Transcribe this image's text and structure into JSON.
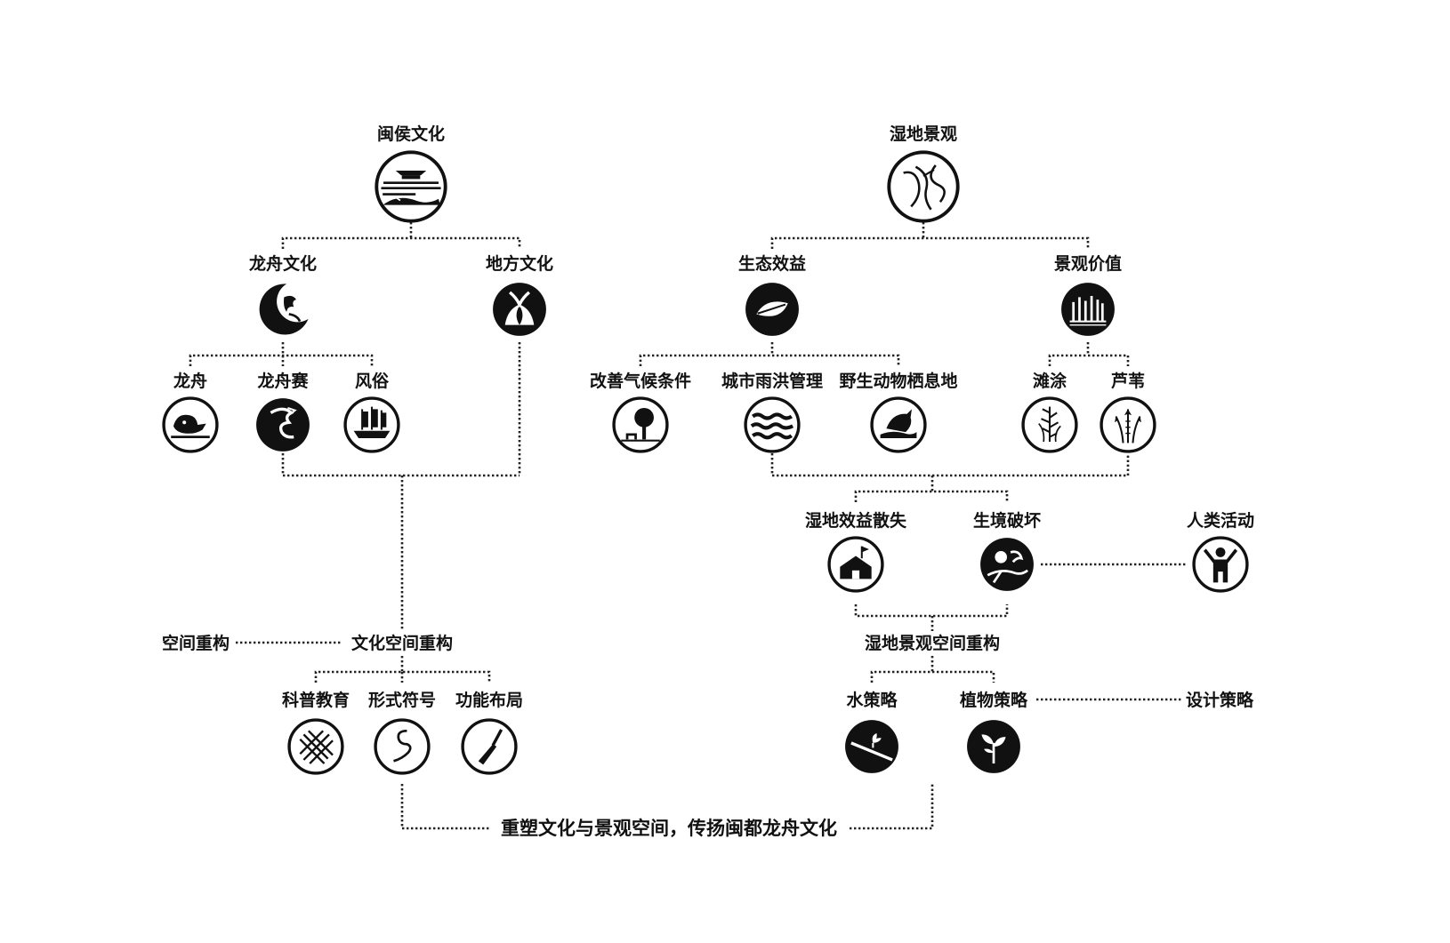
{
  "nodes": {
    "minhou": "闽侯文化",
    "wetland": "湿地景观",
    "dragonboat_culture": "龙舟文化",
    "local_culture": "地方文化",
    "eco_benefit": "生态效益",
    "landscape_value": "景观价值",
    "dragonboat": "龙舟",
    "boat_race": "龙舟赛",
    "custom": "风俗",
    "climate": "改善气候条件",
    "flood": "城市雨洪管理",
    "wildlife": "野生动物栖息地",
    "tidal_flat": "滩涂",
    "reed": "芦苇",
    "benefit_loss": "湿地效益散失",
    "habitat_damage": "生境破坏",
    "human_activity": "人类活动",
    "space_restructure": "空间重构",
    "cultural_space": "文化空间重构",
    "wetland_space": "湿地景观空间重构",
    "science_edu": "科普教育",
    "form_symbol": "形式符号",
    "function_layout": "功能布局",
    "water_strategy": "水策略",
    "plant_strategy": "植物策略",
    "design_strategy": "设计策略"
  },
  "conclusion": "重塑文化与景观空间，传扬闽都龙舟文化",
  "icons": {
    "minhou": "temple-landscape-icon",
    "wetland": "wetland-stream-icon",
    "dragonboat_culture": "dragon-crescent-icon",
    "local_culture": "lotus-icon",
    "eco_benefit": "leaf-icon",
    "landscape_value": "reed-row-icon",
    "dragonboat": "dragon-head-icon",
    "boat_race": "dragon-icon",
    "custom": "sailing-ship-icon",
    "climate": "tree-bench-icon",
    "flood": "waves-icon",
    "wildlife": "fish-icon",
    "tidal_flat": "grass-icon",
    "reed": "reed-icon",
    "benefit_loss": "house-flag-icon",
    "habitat_damage": "deforestation-icon",
    "human_activity": "person-icon",
    "science_edu": "net-icon",
    "form_symbol": "curve-icon",
    "function_layout": "paddle-icon",
    "water_strategy": "slope-sprout-icon",
    "plant_strategy": "sprout-icon"
  },
  "colors": {
    "ink": "#111111",
    "background": "#ffffff"
  }
}
